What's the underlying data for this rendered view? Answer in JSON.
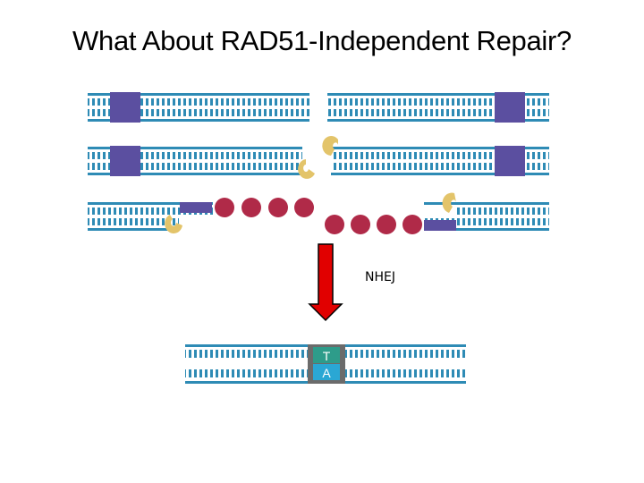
{
  "slide": {
    "title": "What About RAD51-Independent Repair?",
    "arrow_label": "NHEJ",
    "base_pair": {
      "top_base": "T",
      "bottom_base": "A"
    }
  },
  "colors": {
    "dna_strand": "#2e8bb5",
    "protein_block": "#5b4fa0",
    "ku_protein": "#e3c46a",
    "resection_protein": "#b02a48",
    "arrow_fill": "#e10000",
    "base_top": "#2e9c8a",
    "base_bottom": "#2aa7d4"
  },
  "icons": [
    "dna-duplex",
    "ku-protein",
    "resection-protein",
    "down-arrow"
  ]
}
